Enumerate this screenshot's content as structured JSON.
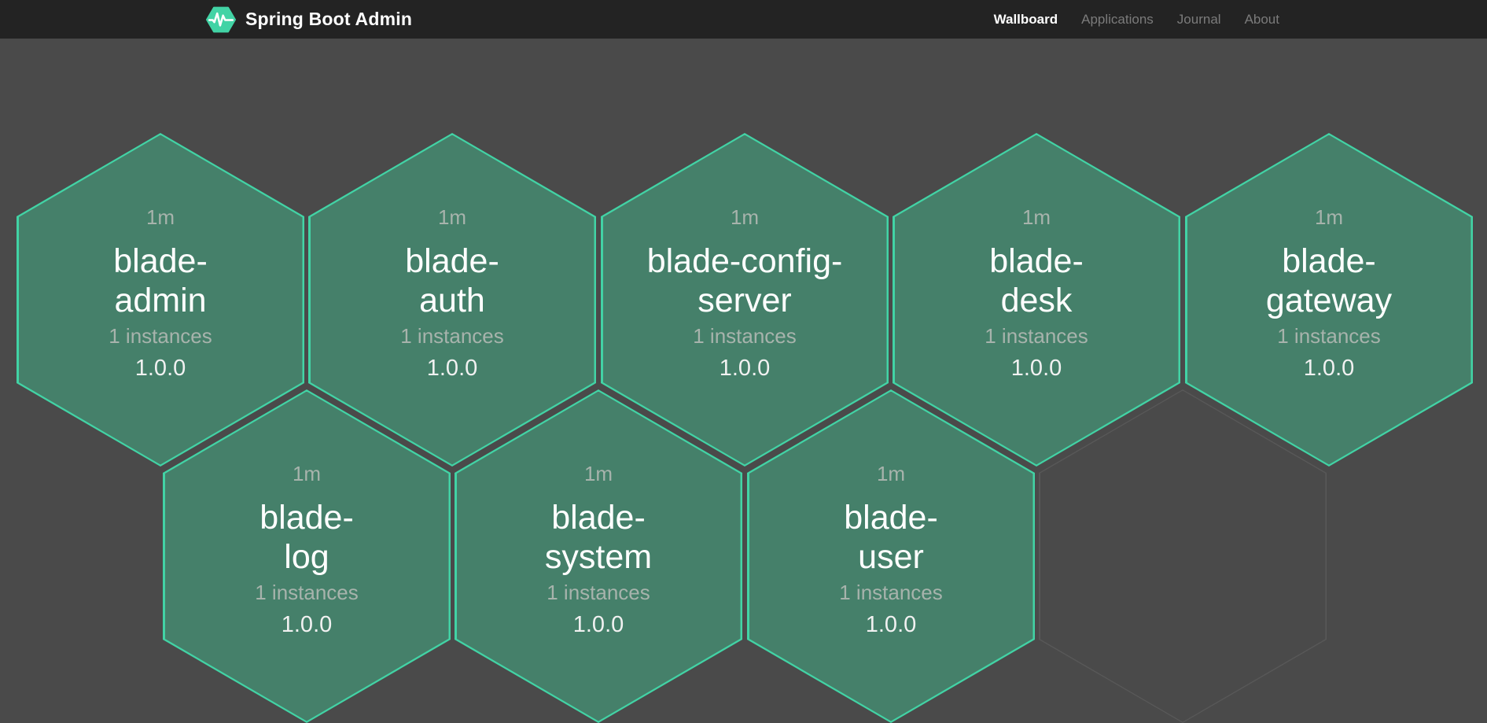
{
  "header": {
    "title": "Spring Boot Admin",
    "logo_icon": "pulse-hexagon-icon",
    "nav_items": [
      {
        "label": "Wallboard",
        "active": true
      },
      {
        "label": "Applications",
        "active": false
      },
      {
        "label": "Journal",
        "active": false
      },
      {
        "label": "About",
        "active": false
      }
    ]
  },
  "wallboard": {
    "applications": [
      {
        "name": "blade-admin",
        "name_lines": [
          "blade-",
          "admin"
        ],
        "uptime": "1m",
        "instances": "1 instances",
        "version": "1.0.0",
        "status": "up"
      },
      {
        "name": "blade-auth",
        "name_lines": [
          "blade-",
          "auth"
        ],
        "uptime": "1m",
        "instances": "1 instances",
        "version": "1.0.0",
        "status": "up"
      },
      {
        "name": "blade-config-server",
        "name_lines": [
          "blade-config-",
          "server"
        ],
        "uptime": "1m",
        "instances": "1 instances",
        "version": "1.0.0",
        "status": "up"
      },
      {
        "name": "blade-desk",
        "name_lines": [
          "blade-",
          "desk"
        ],
        "uptime": "1m",
        "instances": "1 instances",
        "version": "1.0.0",
        "status": "up"
      },
      {
        "name": "blade-gateway",
        "name_lines": [
          "blade-",
          "gateway"
        ],
        "uptime": "1m",
        "instances": "1 instances",
        "version": "1.0.0",
        "status": "up"
      },
      {
        "name": "blade-log",
        "name_lines": [
          "blade-",
          "log"
        ],
        "uptime": "1m",
        "instances": "1 instances",
        "version": "1.0.0",
        "status": "up"
      },
      {
        "name": "blade-system",
        "name_lines": [
          "blade-",
          "system"
        ],
        "uptime": "1m",
        "instances": "1 instances",
        "version": "1.0.0",
        "status": "up"
      },
      {
        "name": "blade-user",
        "name_lines": [
          "blade-",
          "user"
        ],
        "uptime": "1m",
        "instances": "1 instances",
        "version": "1.0.0",
        "status": "up"
      }
    ],
    "empty_slots": 1
  },
  "colors": {
    "accent_green": "#42d3a5",
    "hexagon_fill": "#45806a",
    "header_bg": "#232323",
    "page_bg": "#4a4a4a",
    "muted_text": "#a7b3ac",
    "empty_hexagon_border": "#585858",
    "nav_inactive": "#7b7b7b"
  }
}
